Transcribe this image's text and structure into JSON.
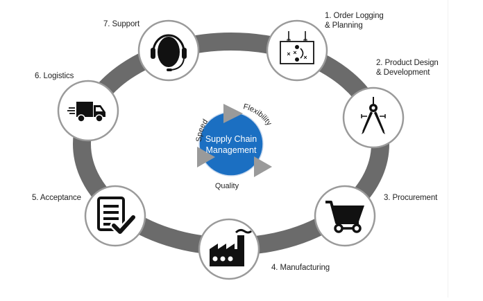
{
  "title": "Supply Chain Management",
  "center": {
    "title_line1": "Supply Chain",
    "title_line2": "Management",
    "labels": {
      "top_left": "Speed",
      "top_right": "Flexibility",
      "bottom": "Quality"
    },
    "color": "#1b6fc2",
    "arrow_color": "#9a9a9a"
  },
  "ring_color": "#6b6b6b",
  "steps": [
    {
      "number": 1,
      "label": "1. Order Logging\n& Planning",
      "icon": "planning-board-icon"
    },
    {
      "number": 2,
      "label": "2. Product Design\n& Development",
      "icon": "compass-drafting-icon"
    },
    {
      "number": 3,
      "label": "3. Procurement",
      "icon": "shopping-cart-icon"
    },
    {
      "number": 4,
      "label": "4. Manufacturing",
      "icon": "factory-icon"
    },
    {
      "number": 5,
      "label": "5. Acceptance",
      "icon": "document-check-icon"
    },
    {
      "number": 6,
      "label": "6. Logistics",
      "icon": "delivery-truck-icon"
    },
    {
      "number": 7,
      "label": "7. Support",
      "icon": "headset-support-icon"
    }
  ]
}
